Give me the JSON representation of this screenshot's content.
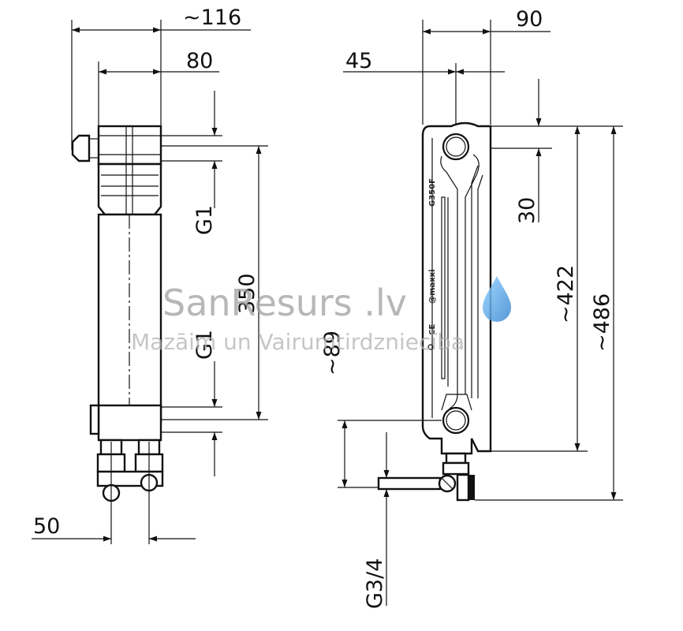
{
  "dimensions": {
    "left_view": {
      "overall_depth": "~116",
      "body_depth": "80",
      "top_connection": "G1",
      "center_distance": "350",
      "bottom_connection": "G1",
      "valve_spacing": "50"
    },
    "right_view": {
      "depth": "90",
      "half_depth": "45",
      "top_offset": "30",
      "height_body": "~422",
      "height_total": "~486",
      "bottom_offset": "~89",
      "valve_thread": "G3/4"
    }
  },
  "product": {
    "model_label": "G350F",
    "brand_label": "@maxxi",
    "ce_mark": "CE"
  },
  "watermark": {
    "brand": "SanResurs .lv",
    "slogan": "Mazāim un Vairumtirdzniecība",
    "drop_color": "#5ba7e0"
  }
}
